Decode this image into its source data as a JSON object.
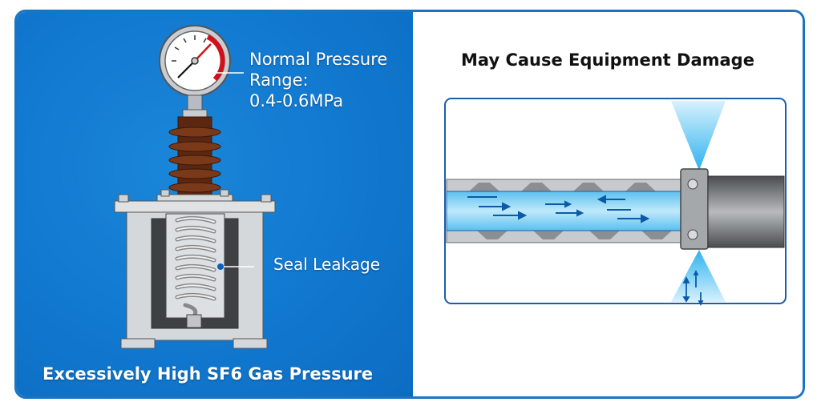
{
  "left_panel": {
    "gauge_callout": {
      "line1": "Normal Pressure",
      "line2": "Range:",
      "line3": "0.4-0.6MPa"
    },
    "seal_callout": "Seal Leakage",
    "title": "Excessively High SF6 Gas Pressure"
  },
  "right_panel": {
    "title": "May Cause Equipment Damage"
  },
  "colors": {
    "panel_blue": "#1178cf",
    "frame_blue": "#1a74c4",
    "gauge_red": "#d0101a",
    "insulator_brown": "#6b2e14",
    "gas_blue": "#7fd0f5",
    "arrow_blue": "#0b5aa8"
  }
}
